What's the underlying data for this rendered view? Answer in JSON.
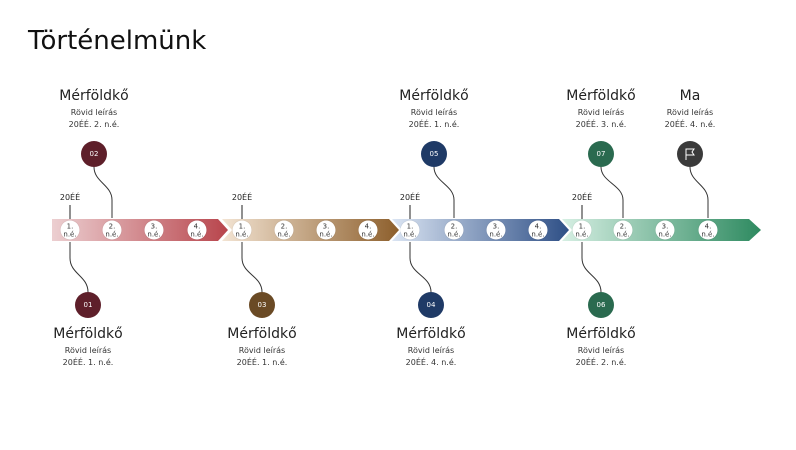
{
  "title": "Történelmünk",
  "colors": {
    "red": "#5e1f2a",
    "brown": "#6a4a25",
    "navy": "#1f3a66",
    "green": "#2a6a4f",
    "dark": "#3a3a3a"
  },
  "year_tags": [
    "20ÉÉ",
    "20ÉÉ",
    "20ÉÉ",
    "20ÉÉ"
  ],
  "quarters": [
    [
      "1.",
      "n.é."
    ],
    [
      "2.",
      "n.é."
    ],
    [
      "3.",
      "n.é."
    ],
    [
      "4.",
      "n.é."
    ],
    [
      "1.",
      "n.é."
    ],
    [
      "2.",
      "n.é."
    ],
    [
      "3.",
      "n.é."
    ],
    [
      "4.",
      "n.é."
    ],
    [
      "1.",
      "n.é."
    ],
    [
      "2.",
      "n.é."
    ],
    [
      "3.",
      "n.é."
    ],
    [
      "4.",
      "n.é."
    ],
    [
      "1.",
      "n.é."
    ],
    [
      "2.",
      "n.é."
    ],
    [
      "3.",
      "n.é."
    ],
    [
      "4.",
      "n.é."
    ]
  ],
  "milestones_top": [
    {
      "number": "02",
      "title": "Mérföldkő",
      "desc": "Rövid leírás",
      "date": "20ÉÉ. 2. n.é."
    },
    {
      "number": "05",
      "title": "Mérföldkő",
      "desc": "Rövid leírás",
      "date": "20ÉÉ. 1. n.é."
    },
    {
      "number": "07",
      "title": "Mérföldkő",
      "desc": "Rövid leírás",
      "date": "20ÉÉ. 3. n.é."
    },
    {
      "icon": "flag-icon",
      "title": "Ma",
      "desc": "Rövid leírás",
      "date": "20ÉÉ. 4. n.é."
    }
  ],
  "milestones_bottom": [
    {
      "number": "01",
      "title": "Mérföldkő",
      "desc": "Rövid leírás",
      "date": "20ÉÉ. 1. n.é."
    },
    {
      "number": "03",
      "title": "Mérföldkő",
      "desc": "Rövid leírás",
      "date": "20ÉÉ. 1. n.é."
    },
    {
      "number": "04",
      "title": "Mérföldkő",
      "desc": "Rövid leírás",
      "date": "20ÉÉ. 4. n.é."
    },
    {
      "number": "06",
      "title": "Mérföldkő",
      "desc": "Rövid leírás",
      "date": "20ÉÉ. 2. n.é."
    }
  ]
}
